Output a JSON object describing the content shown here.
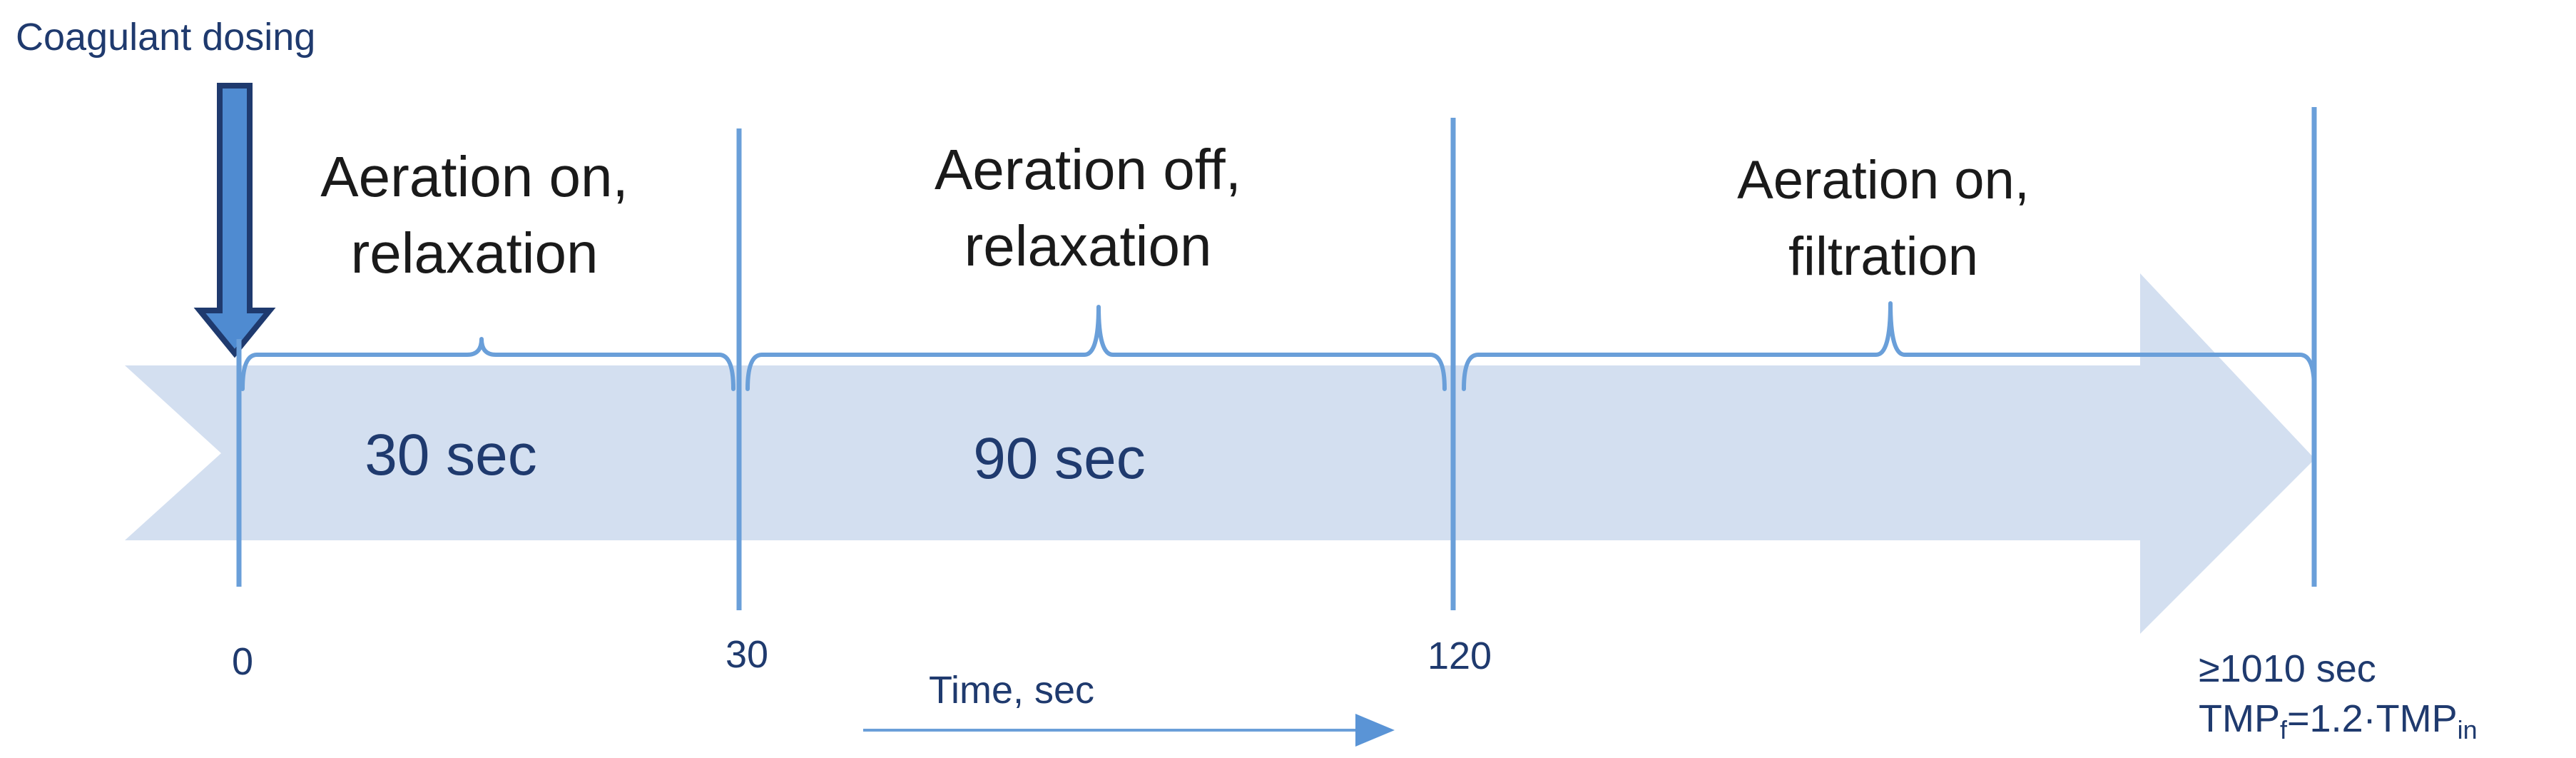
{
  "dosing": {
    "label": "Coagulant dosing"
  },
  "phases": [
    {
      "title_line1": "Aeration on,",
      "title_line2": "relaxation",
      "duration": "30 sec"
    },
    {
      "title_line1": "Aeration off,",
      "title_line2": "relaxation",
      "duration": "90 sec"
    },
    {
      "title_line1": "Aeration on,",
      "title_line2": "filtration",
      "duration": ""
    }
  ],
  "ticks": [
    "0",
    "30",
    "120"
  ],
  "end_marker": {
    "line1": "≥1010 sec",
    "tmp_base": "TMP",
    "tmp_sub_f": "f",
    "tmp_mid": "=1.2·TMP",
    "tmp_sub_in": "in"
  },
  "time_axis": {
    "label": "Time, sec"
  },
  "colors": {
    "band": "#d3dff0",
    "line": "#6a9fd9",
    "dosing_arrow_fill": "#4f8bd1",
    "dosing_arrow_stroke": "#1f3a6e",
    "label_text": "#1f3a6e",
    "title_text": "#1a1a1a",
    "tick_text": "#1f3a6e"
  }
}
